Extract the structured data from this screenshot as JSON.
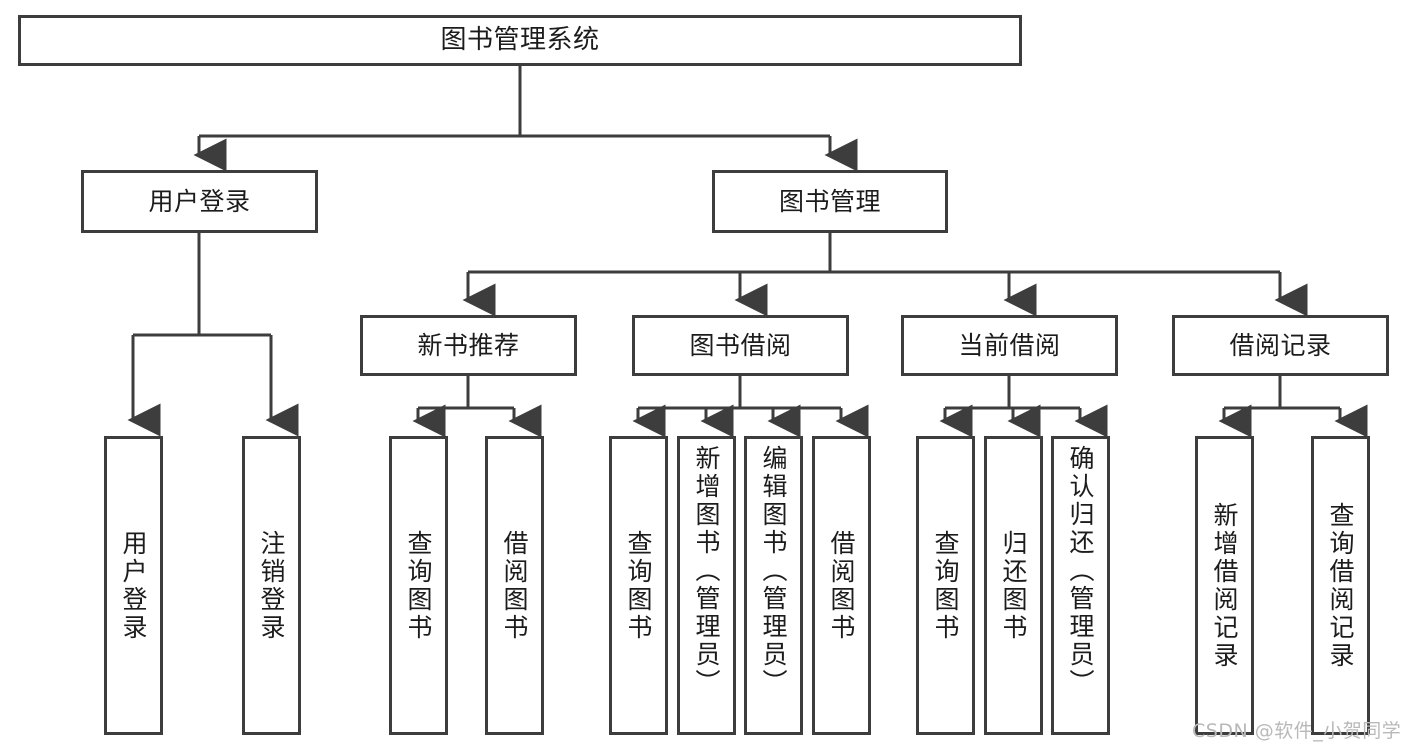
{
  "diagram": {
    "type": "tree",
    "title": "图书管理系统",
    "orientation": "top-down",
    "line_color": "#3d3d3d",
    "box_fill": "#ffffff",
    "text_color": "#1c1c1c"
  },
  "nodes": {
    "root": {
      "label": "图书管理系统"
    },
    "level2": {
      "user_login": {
        "label": "用户登录"
      },
      "book_manage": {
        "label": "图书管理"
      }
    },
    "level3": {
      "new_book_rec": {
        "label": "新书推荐"
      },
      "book_borrow": {
        "label": "图书借阅"
      },
      "current_borrow": {
        "label": "当前借阅"
      },
      "borrow_record": {
        "label": "借阅记录"
      }
    },
    "leaves": {
      "user_login_1": {
        "label": "用户登录"
      },
      "user_login_2": {
        "label": "注销登录"
      },
      "new_book_rec_1": {
        "label": "查询图书"
      },
      "new_book_rec_2": {
        "label": "借阅图书"
      },
      "book_borrow_1": {
        "label": "查询图书"
      },
      "book_borrow_2": {
        "label": "新增图书（管理员）"
      },
      "book_borrow_3": {
        "label": "编辑图书（管理员）"
      },
      "book_borrow_4": {
        "label": "借阅图书"
      },
      "current_borrow_1": {
        "label": "查询图书"
      },
      "current_borrow_2": {
        "label": "归还图书"
      },
      "current_borrow_3": {
        "label": "确认归还（管理员）"
      },
      "borrow_record_1": {
        "label": "新增借阅记录"
      },
      "borrow_record_2": {
        "label": "查询借阅记录"
      }
    }
  },
  "watermark": {
    "text": "CSDN @软件_小贺同学"
  }
}
